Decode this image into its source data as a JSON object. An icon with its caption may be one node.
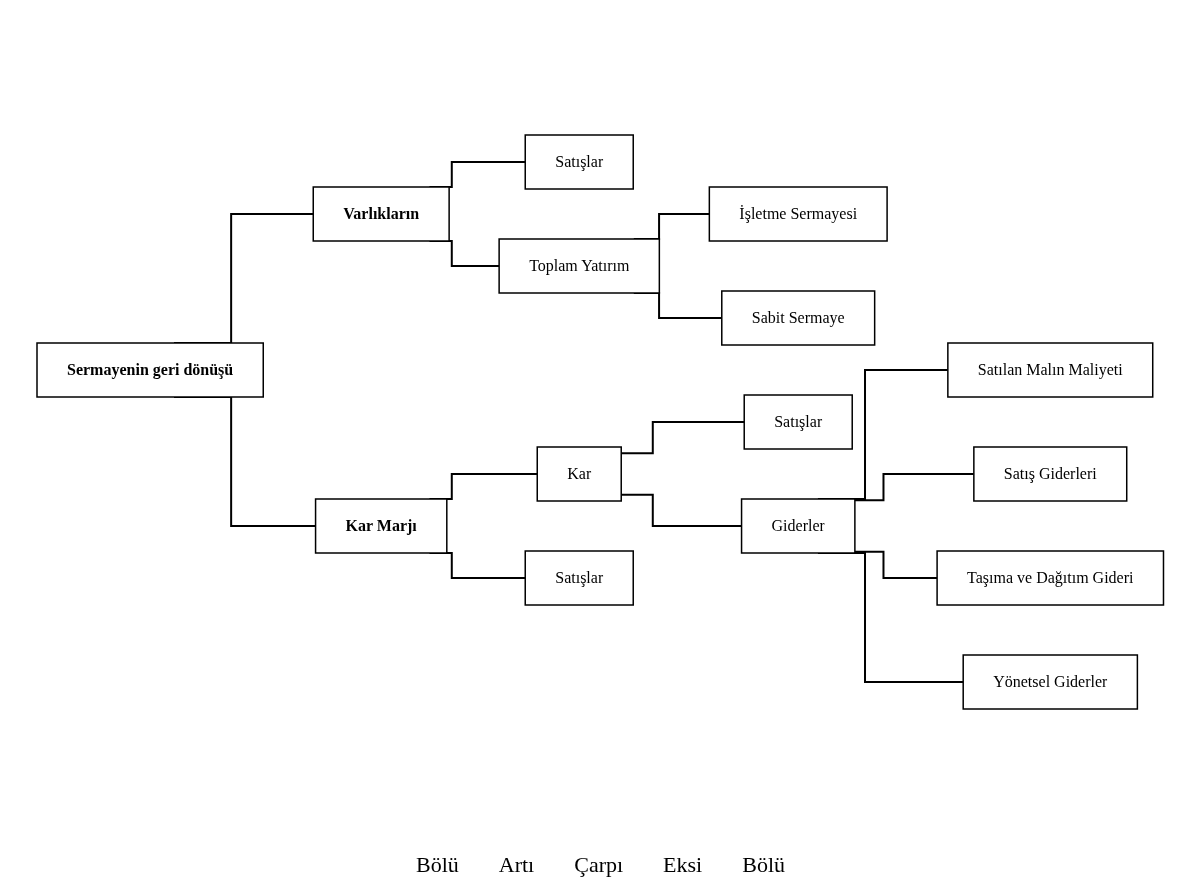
{
  "diagram": {
    "nodes": [
      {
        "text": [
          "Sermayenin geri dönüşü"
        ]
      },
      {
        "text": [
          "Varlıkların"
        ]
      },
      {
        "text": [
          "Satışlar"
        ]
      },
      {
        "text": [
          "Toplam Yatırım"
        ]
      },
      {
        "text": [
          "İşletme Sermayesi"
        ]
      },
      {
        "text": [
          "Sabit Sermaye"
        ]
      },
      {
        "text": [
          "Kar Marjı"
        ]
      },
      {
        "text": [
          "Kar"
        ]
      },
      {
        "text": [
          "Satışlar"
        ]
      },
      {
        "text": [
          "Giderler"
        ]
      },
      {
        "text": [
          "Satılan Malın Maliyeti"
        ]
      },
      {
        "text": [
          "Satış Giderleri"
        ]
      },
      {
        "text": [
          "Taşıma ve Dağıtım Gideri"
        ]
      },
      {
        "text": [
          "Yönetsel Giderler"
        ]
      },
      {
        "text": [
          "Satışlar"
        ]
      }
    ],
    "edges": [
      {
        "from": 0,
        "to": 1,
        "arrow": "none"
      },
      {
        "from": 0,
        "to": 6,
        "arrow": "none"
      },
      {
        "from": 1,
        "to": 2,
        "arrow": "none"
      },
      {
        "from": 1,
        "to": 3,
        "arrow": "none"
      },
      {
        "from": 3,
        "to": 4,
        "arrow": "none"
      },
      {
        "from": 3,
        "to": 5,
        "arrow": "none"
      },
      {
        "from": 6,
        "to": 7,
        "arrow": "none"
      },
      {
        "from": 6,
        "to": 14,
        "arrow": "none"
      },
      {
        "from": 7,
        "to": 8,
        "arrow": "none"
      },
      {
        "from": 7,
        "to": 9,
        "arrow": "none"
      },
      {
        "from": 9,
        "to": 10,
        "arrow": "none"
      },
      {
        "from": 9,
        "to": 11,
        "arrow": "none"
      },
      {
        "from": 9,
        "to": 12,
        "arrow": "none"
      },
      {
        "from": 9,
        "to": 13,
        "arrow": "none"
      }
    ],
    "labels": [
      "Bölü",
      "Artı",
      "Çarpı",
      "Eksi",
      "Bölü"
    ]
  }
}
